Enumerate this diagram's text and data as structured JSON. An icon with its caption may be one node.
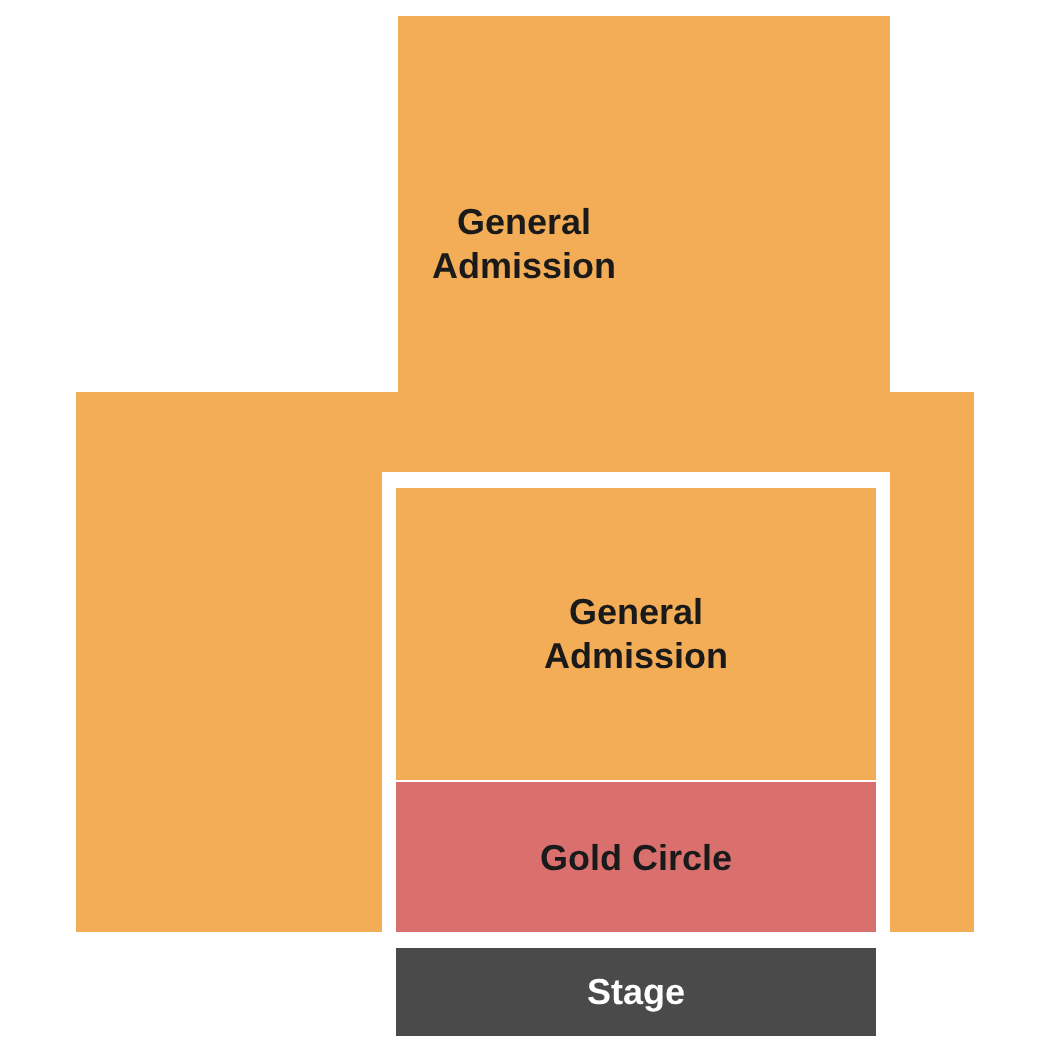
{
  "diagram": {
    "nodes": [
      {
        "text": [
          "General Admission"
        ]
      },
      {
        "text": [
          "General Admission"
        ]
      },
      {
        "text": [
          "Gold Circle"
        ]
      },
      {
        "text": [
          "Stage"
        ]
      }
    ]
  }
}
